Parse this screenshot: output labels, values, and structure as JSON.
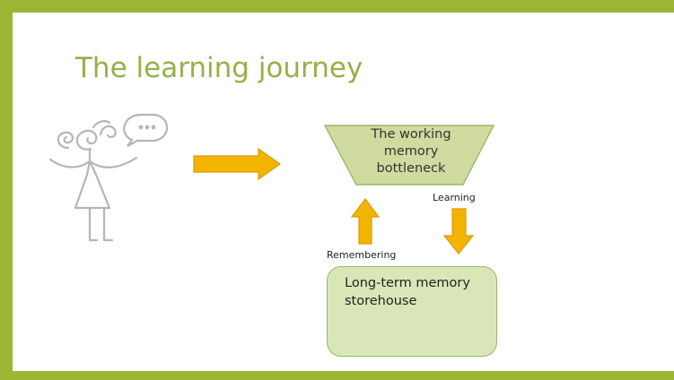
{
  "title": "The learning journey",
  "funnel": {
    "lines": [
      "The working",
      "memory",
      "bottleneck"
    ]
  },
  "labels": {
    "learning": "Learning",
    "remembering": "Remembering"
  },
  "storehouse": {
    "lines": [
      "Long-term memory",
      "storehouse"
    ]
  },
  "colors": {
    "frame": "#9bb535",
    "title": "#93b246",
    "funnel_fill": "#cfdb9f",
    "funnel_stroke": "#9bb76a",
    "arrow_fill": "#f2b400",
    "arrow_stroke": "#e09a00",
    "box_fill": "#d9e7b8",
    "figure_stroke": "#b5b5b5"
  },
  "icons": {
    "figure": "thinking-girl-icon",
    "speech": "speech-bubble-icon"
  }
}
